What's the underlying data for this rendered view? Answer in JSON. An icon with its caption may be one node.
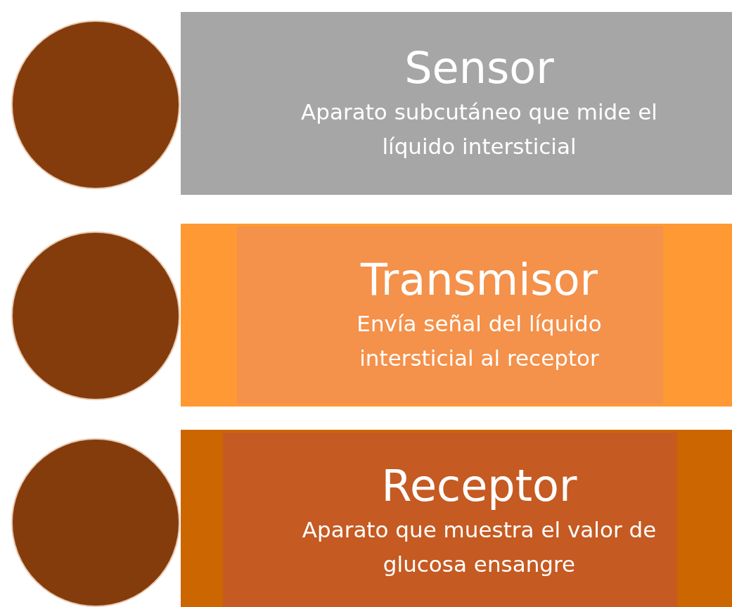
{
  "diagram": {
    "nodes": [
      {
        "text": [],
        "shape": "circle"
      },
      {
        "text": [
          "Sensor",
          "Aparato subcutáneo que mide el líquido intersticial"
        ]
      },
      {
        "text": [],
        "shape": "circle"
      },
      {
        "text": [
          "Transmisor",
          "Envía señal del líquido intersticial al receptor"
        ]
      },
      {
        "text": [],
        "shape": "circle"
      },
      {
        "text": [
          "Receptor",
          "Aparato que muestra el valor de glucosa ensangre"
        ]
      }
    ]
  }
}
